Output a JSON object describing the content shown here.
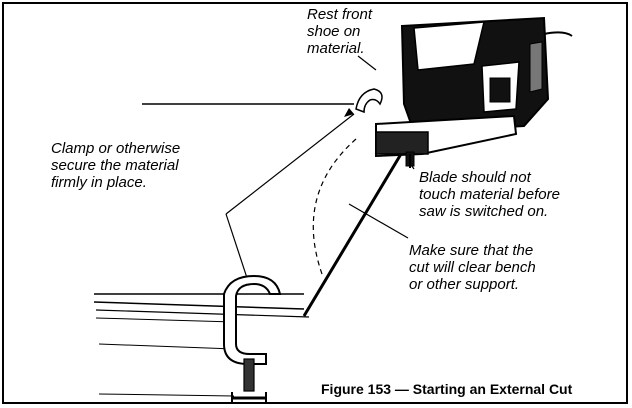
{
  "callouts": {
    "rest_shoe": "Rest front\nshoe on\nmaterial.",
    "clamp": "Clamp or otherwise\nsecure the material\nfirmly in place.",
    "blade": "Blade should not\ntouch material before\nsaw is switched on.",
    "clearance": "Make sure that the\ncut will clear bench\nor other support."
  },
  "caption": "Figure 153 — Starting an External Cut"
}
